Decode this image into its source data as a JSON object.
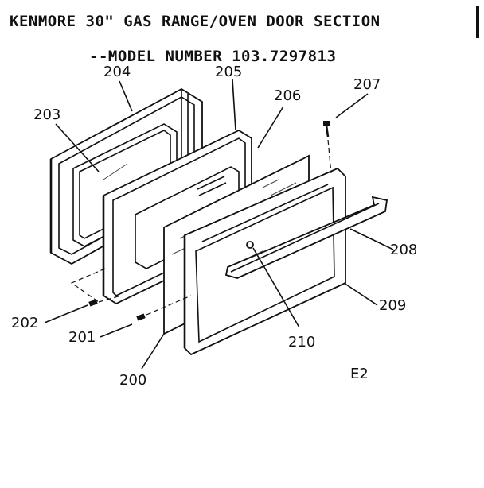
{
  "title": "KENMORE 30\" GAS RANGE/OVEN DOOR SECTION",
  "model": "--MODEL NUMBER 103.7297813",
  "section_code": "E2",
  "parts": {
    "p200": "200",
    "p201": "201",
    "p202": "202",
    "p203": "203",
    "p204": "204",
    "p205": "205",
    "p206": "206",
    "p207": "207",
    "p208": "208",
    "p209": "209",
    "p210": "210"
  }
}
